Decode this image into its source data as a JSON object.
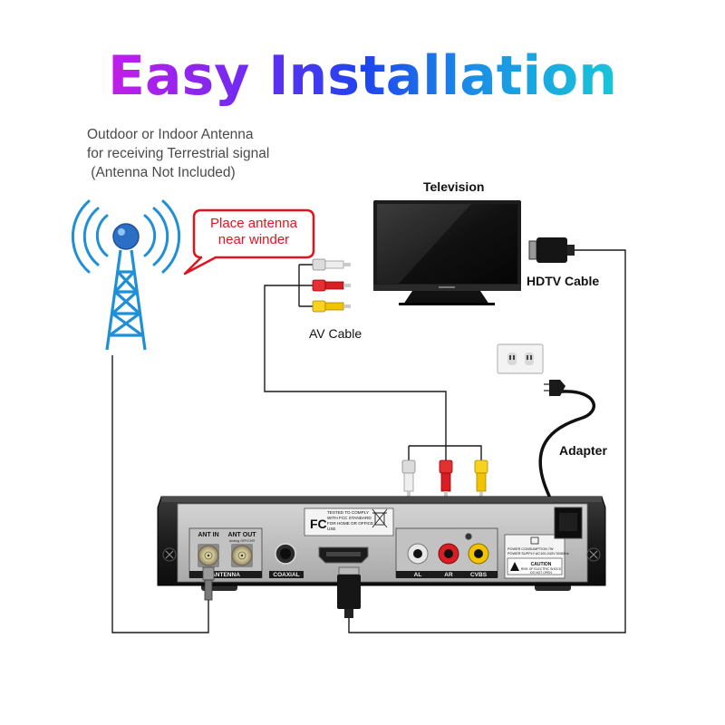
{
  "title": "Easy Installation",
  "antenna_note": "Outdoor or Indoor Antenna\nfor receiving Terrestrial signal\n (Antenna Not Included)",
  "callout": "Place antenna\nnear winder",
  "labels": {
    "television": "Television",
    "hdtv_cable": "HDTV Cable",
    "av_cable": "AV Cable",
    "adapter": "Adapter"
  },
  "device": {
    "ant_in": "ANT IN",
    "ant_out": "ANT OUT",
    "ant_out_sub": "Analog OFF/CHR",
    "antenna": "ANTENNA",
    "coaxial": "COAXIAL",
    "al": "AL",
    "ar": "AR",
    "cvbs": "CVBS",
    "fcc_logo": "FC",
    "fcc_text": [
      "TESTED TO COMPLY",
      "WITH FCC STANDARD",
      "FOR HOME OR OFFICE",
      "USE"
    ],
    "power_text": [
      "POWER CONSUMPTION 7W",
      "POWER SUPPLY AC100-240V 50/60Hz"
    ],
    "caution_title": "CAUTION",
    "caution_text": [
      "RISK OF ELECTRIC SHOCK",
      "DO NOT OPEN"
    ]
  },
  "colors": {
    "cable": "#1a1a1a",
    "accent_red": "#e0141e",
    "tower_blue": "#1f8fd6",
    "rca_white": "#d9d9d9",
    "rca_red": "#d81e22",
    "rca_yellow": "#f2c300"
  },
  "icons": [
    "antenna-tower-icon",
    "television-icon",
    "hdmi-plug-icon",
    "rca-plug-icon",
    "wall-outlet-icon",
    "power-plug-icon",
    "set-top-box-icon"
  ]
}
